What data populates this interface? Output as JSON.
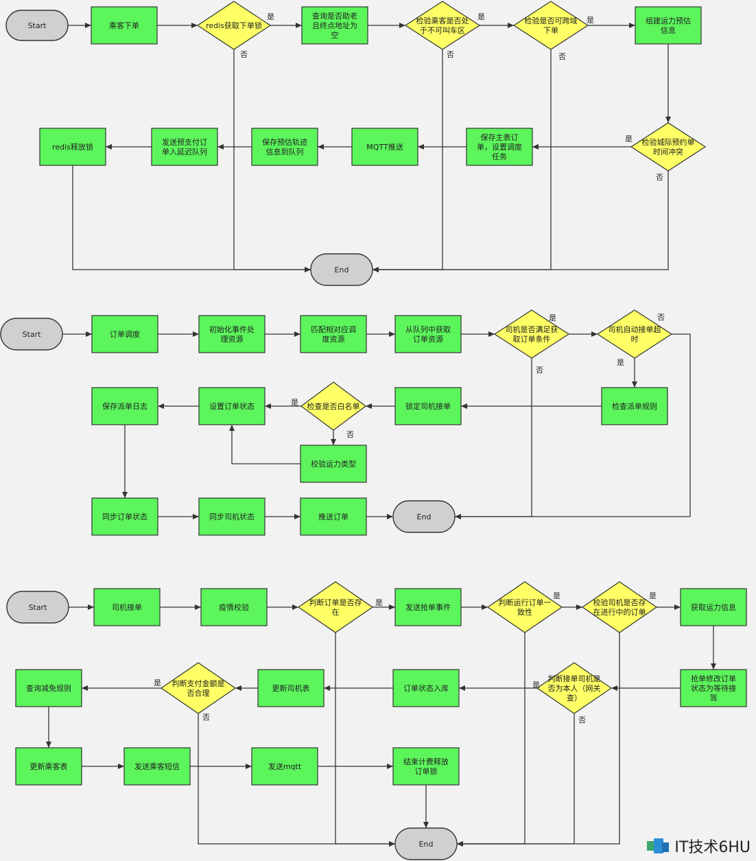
{
  "diagram_1": {
    "start": "Start",
    "end": "End",
    "nodes": {
      "place_order": "乘客下单",
      "lock": "redis获取下单锁",
      "check_old_addr": [
        "查询是否助老",
        "且终点地址为",
        "空"
      ],
      "check_no_call": [
        "检验乘客是否处",
        "于不可叫车区"
      ],
      "check_cross_city": [
        "检验是否可跨域",
        "下单"
      ],
      "build_estimate": [
        "组建运力预估",
        "信息"
      ],
      "check_city_conflict": [
        "检验城际预约单",
        "时间冲突"
      ],
      "save_main": [
        "保存主表订",
        "单，设置调度",
        "任务"
      ],
      "mqtt_push": "MQTT推送",
      "save_track": [
        "保存预估轨迹",
        "信息到队列"
      ],
      "send_prepay": [
        "发送预支付订",
        "单入延迟队列"
      ],
      "release_lock": "redis释放锁"
    }
  },
  "diagram_2": {
    "start": "Start",
    "end": "End",
    "nodes": {
      "dispatch": "订单调度",
      "init_events": [
        "初始化事件处",
        "理资源"
      ],
      "match_resource": [
        "匹配相对应调",
        "度资源"
      ],
      "get_from_queue": [
        "从队列中获取",
        "订单资源"
      ],
      "driver_condition": [
        "司机是否满足获",
        "取订单条件"
      ],
      "driver_timeout": [
        "司机自动接单超",
        "时"
      ],
      "check_rules": "检查派单规则",
      "lock_driver": "锁定司机接单",
      "whitelist": "检查是否白名单",
      "verify_capacity": "校验运力类型",
      "set_status": "设置订单状态",
      "save_log": "保存派单日志",
      "sync_order": "同步订单状态",
      "sync_driver": "同步司机状态",
      "push_order": "推送订单"
    }
  },
  "diagram_3": {
    "start": "Start",
    "end": "End",
    "nodes": {
      "driver_accept": "司机接单",
      "epidemic": "疫情校验",
      "order_exists": [
        "判断订单是否存",
        "在"
      ],
      "send_grab": "发送抢单事件",
      "consistency": [
        "判断运行订单一",
        "致性"
      ],
      "in_progress": [
        "校验司机是否存",
        "在进行中的订单"
      ],
      "get_capacity": "获取运力信息",
      "grab_modify": [
        "抢单修改订单",
        "状态为等待接",
        "驾"
      ],
      "is_self": [
        "判断接单司机是",
        "否为本人（网关",
        "查）"
      ],
      "status_store": "订单状态入库",
      "update_driver": "更新司机表",
      "pay_amount": [
        "判断支付金额是",
        "否合理"
      ],
      "discount": "查询减免规则",
      "update_passenger": "更新乘客表",
      "send_sms": "发送乘客短信",
      "send_mqtt": "发送mqtt",
      "end_billing": [
        "结束计费释放",
        "订单锁"
      ]
    }
  },
  "yes": "是",
  "no": "否",
  "watermark": "IT技术6HU",
  "colors": {
    "process_fill": "#5cf55c",
    "decision_fill": "#ffff66",
    "terminal_fill": "#d0d0d0",
    "stroke": "#333333",
    "background": "#f2f2f2"
  }
}
